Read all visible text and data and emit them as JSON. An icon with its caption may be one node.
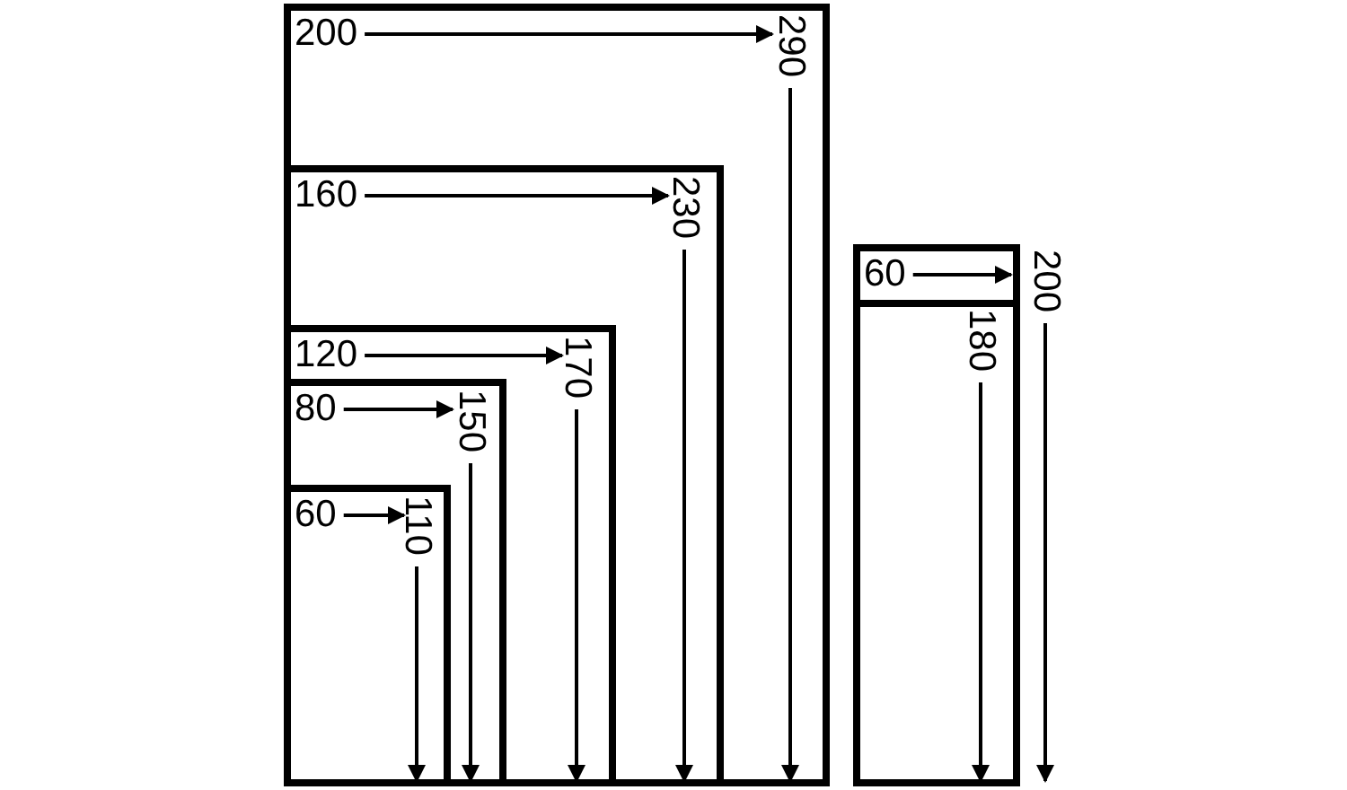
{
  "diagram": {
    "nodes": [
      {
        "text": [
          "200",
          "290"
        ]
      },
      {
        "text": [
          "160",
          "230"
        ],
        "in": 0
      },
      {
        "text": [
          "120",
          "170"
        ],
        "in": 1
      },
      {
        "text": [
          "80",
          "150"
        ],
        "in": 2
      },
      {
        "text": [
          "60",
          "110"
        ],
        "in": 3
      },
      {
        "text": [
          "60",
          "180"
        ],
        "beside": [
          "200"
        ]
      }
    ]
  }
}
